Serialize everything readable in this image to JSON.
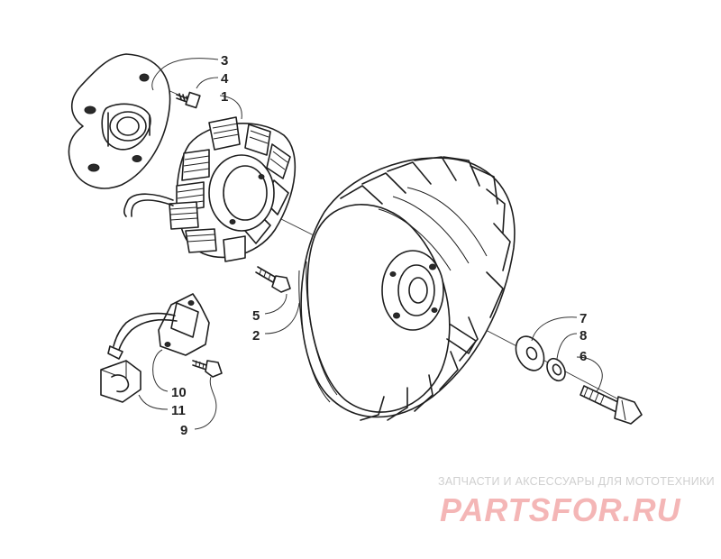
{
  "callouts": [
    {
      "id": "1",
      "label": "1"
    },
    {
      "id": "2",
      "label": "2"
    },
    {
      "id": "3",
      "label": "3"
    },
    {
      "id": "4",
      "label": "4"
    },
    {
      "id": "5",
      "label": "5"
    },
    {
      "id": "6",
      "label": "6"
    },
    {
      "id": "7",
      "label": "7"
    },
    {
      "id": "8",
      "label": "8"
    },
    {
      "id": "9",
      "label": "9"
    },
    {
      "id": "10",
      "label": "10"
    },
    {
      "id": "11",
      "label": "11"
    }
  ],
  "watermark": {
    "caption": "ЗАПЧАСТИ И АКСЕССУАРЫ ДЛЯ МОТОТЕХНИКИ",
    "logo": "PARTSFOR.RU",
    "logo_color": "#f4b6b6"
  },
  "colors": {
    "ink": "#1e1e1e",
    "background": "#ffffff"
  }
}
